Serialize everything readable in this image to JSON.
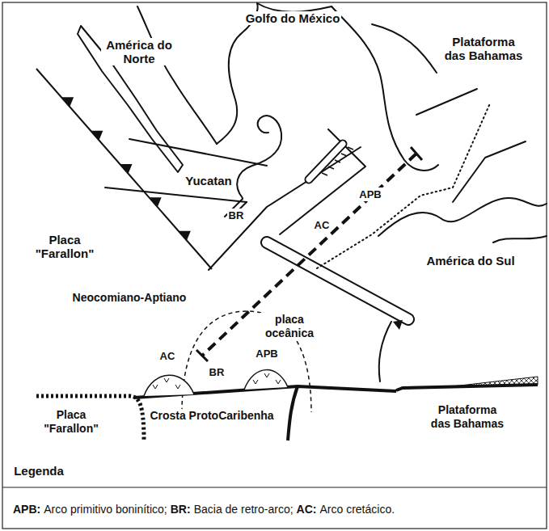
{
  "diagram": {
    "labels": [
      "América do Norte",
      "Golfo do México",
      "Plataforma das Bahamas",
      "Placa \"Farallon\"",
      "Yucatan",
      "BR",
      "APB",
      "AC",
      "Neocomiano-Aptiano",
      "América do Sul",
      "placa oceânica",
      "AC",
      "BR",
      "APB",
      "Placa \"Farallon\"",
      "Crosta ProtoCaribenha",
      "Plataforma das Bahamas",
      "Legenda",
      "APB:",
      "Arco primitivo boninítico;",
      "BR:",
      "Bacia de retro-arco;",
      "AC:",
      "Arco cretácico."
    ]
  }
}
